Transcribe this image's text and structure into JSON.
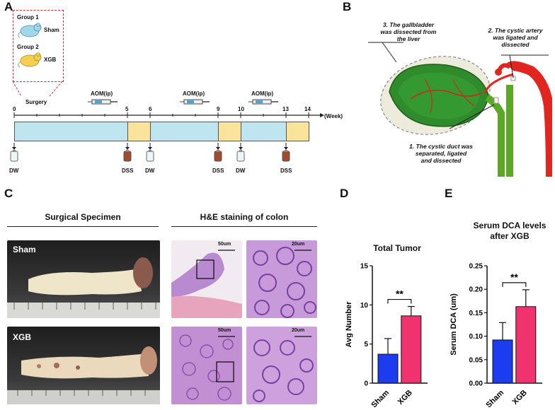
{
  "panels": {
    "a": "A",
    "b": "B",
    "c": "C",
    "d": "D",
    "e": "E"
  },
  "panel_a": {
    "group1": "Group 1",
    "group2": "Group 2",
    "sham": "Sham",
    "xgb": "XGB",
    "surgery": "Surgery",
    "aom": "AOM(ip)",
    "week_unit": "(Week)",
    "weeks": [
      "0",
      "5",
      "6",
      "9",
      "10",
      "13",
      "14"
    ],
    "dw": "DW",
    "dss": "DSS",
    "colors": {
      "water": "#bfe6f0",
      "dss": "#fbe39a",
      "mouse_sham": "#9fd8ea",
      "mouse_xgb": "#f5cf4e",
      "group_box": "#d9292b"
    }
  },
  "panel_b": {
    "step1": "1. The cystic duct was separated, ligated and dissected",
    "step1_lines": [
      "1. The cystic duct was",
      "separated, ligated",
      "and dissected"
    ],
    "step2_lines": [
      "2. The cystic artery",
      "was ligated and",
      "dissected"
    ],
    "step3_lines": [
      "3. The gallbladder",
      "was dissected from",
      "the liver"
    ],
    "colors": {
      "artery": "#e0261f",
      "duct": "#5aa823",
      "gallbladder": "#2f8b2b",
      "liver": "#e6e6d8"
    }
  },
  "panel_c": {
    "surgical_title": "Surgical Specimen",
    "he_title": "H&E staining of colon",
    "sham": "Sham",
    "xgb": "XGB",
    "scale_50": "50um",
    "scale_20": "20um"
  },
  "chart_data": [
    {
      "type": "bar",
      "title": "Total Tumor",
      "ylabel": "Avg Number",
      "categories": [
        "Sham",
        "XGB"
      ],
      "values": [
        3.7,
        8.6
      ],
      "errors": [
        2.0,
        1.2
      ],
      "ylim": [
        0,
        15
      ],
      "yticks": [
        0,
        5,
        10,
        15
      ],
      "significance": "**",
      "colors": [
        "#1c3cf0",
        "#f0336f"
      ]
    },
    {
      "type": "bar",
      "title": "Serum DCA levels after XGB",
      "title_lines": [
        "Serum DCA levels",
        "after XGB"
      ],
      "ylabel": "Serum DCA (um)",
      "categories": [
        "Sham",
        "XGB"
      ],
      "values": [
        0.092,
        0.163
      ],
      "errors": [
        0.037,
        0.036
      ],
      "ylim": [
        0,
        0.25
      ],
      "yticks": [
        "0.00",
        "0.05",
        "0.10",
        "0.15",
        "0.20",
        "0.25"
      ],
      "significance": "**",
      "colors": [
        "#1c3cf0",
        "#f0336f"
      ]
    }
  ]
}
